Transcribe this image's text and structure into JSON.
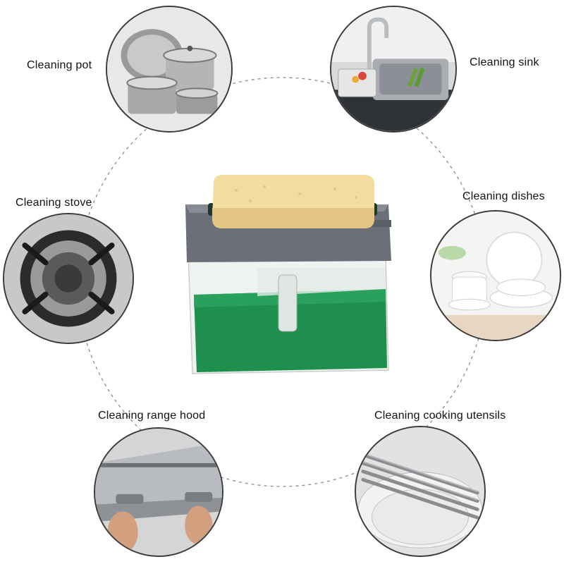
{
  "labels": {
    "pot": "Cleaning pot",
    "sink": "Cleaning sink",
    "stove": "Cleaning stove",
    "dishes": "Cleaning dishes",
    "range_hood": "Cleaning range hood",
    "utensils": "Cleaning cooking utensils"
  },
  "colors": {
    "dispenser_gray": "#6b6f78",
    "sponge_yellow": "#f2dca0",
    "soap_green": "#1f8f4e",
    "ring_dash": "#8a8a8a"
  }
}
